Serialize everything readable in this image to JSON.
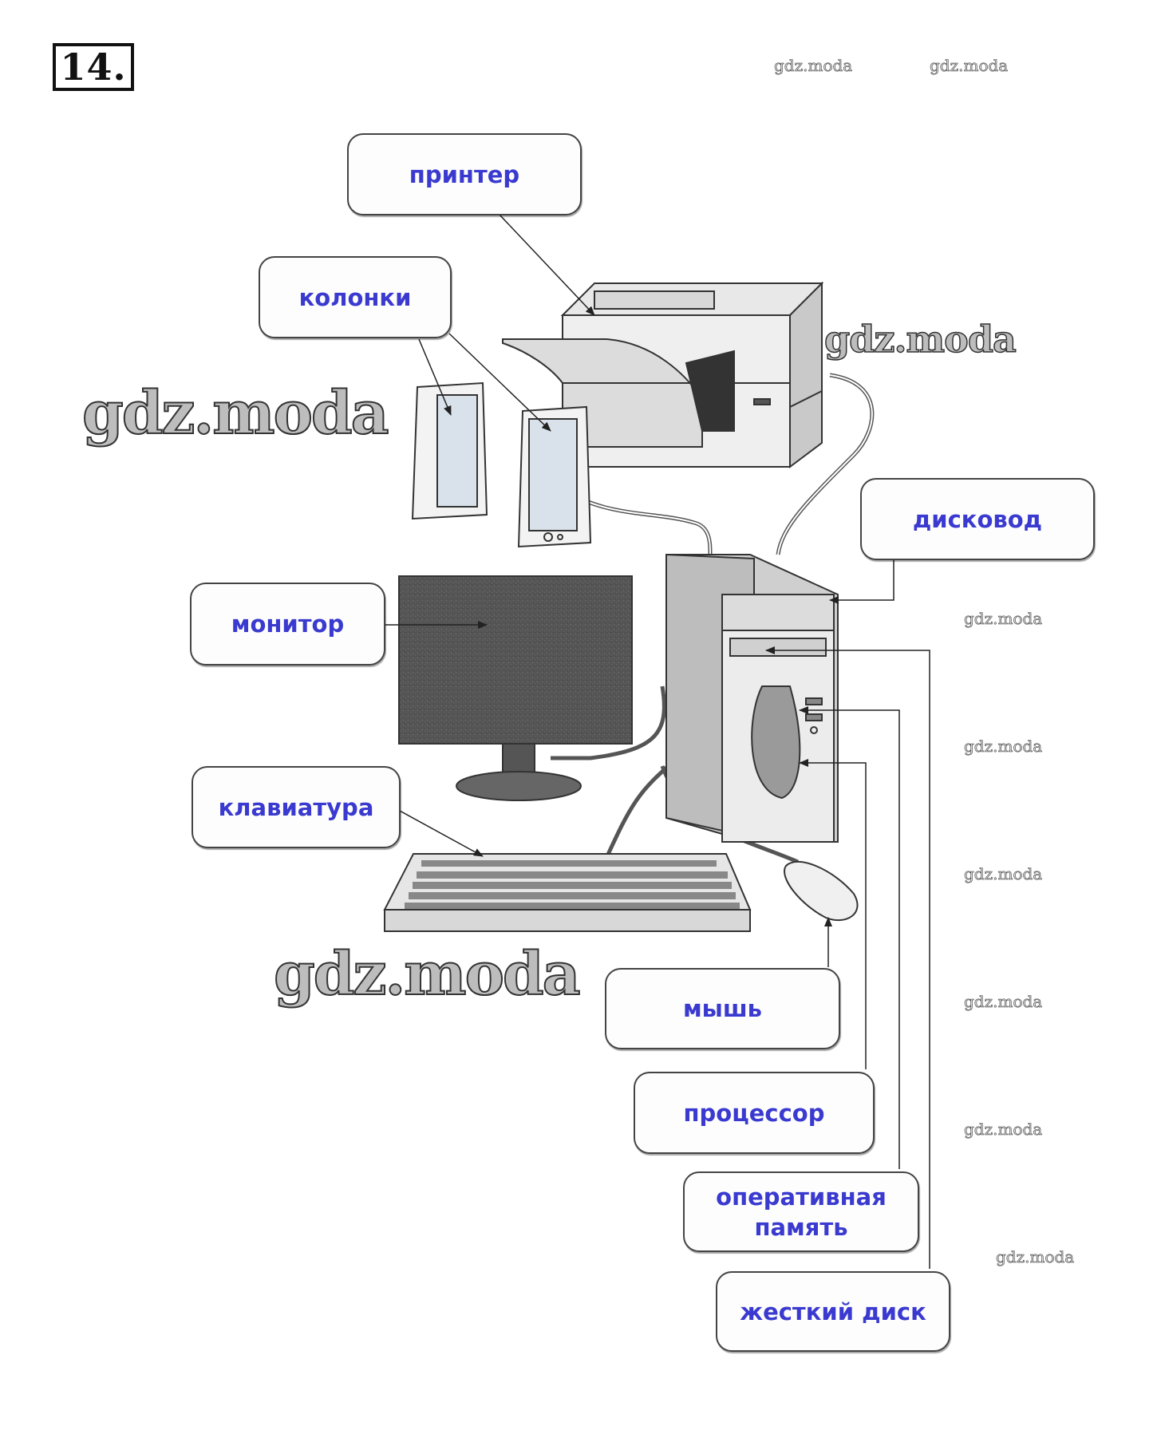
{
  "exercise": {
    "number": "14."
  },
  "labels": {
    "printer": "принтер",
    "speakers": "колонки",
    "disk_drive": "дисковод",
    "monitor": "монитор",
    "keyboard": "клавиатура",
    "mouse": "мышь",
    "processor": "процессор",
    "ram_line1": "оперативная",
    "ram_line2": "память",
    "hard_disk": "жесткий диск"
  },
  "watermarks": {
    "text": "gdz.moda"
  },
  "colors": {
    "label_text": "#3a3ad0",
    "label_border": "#444444"
  }
}
